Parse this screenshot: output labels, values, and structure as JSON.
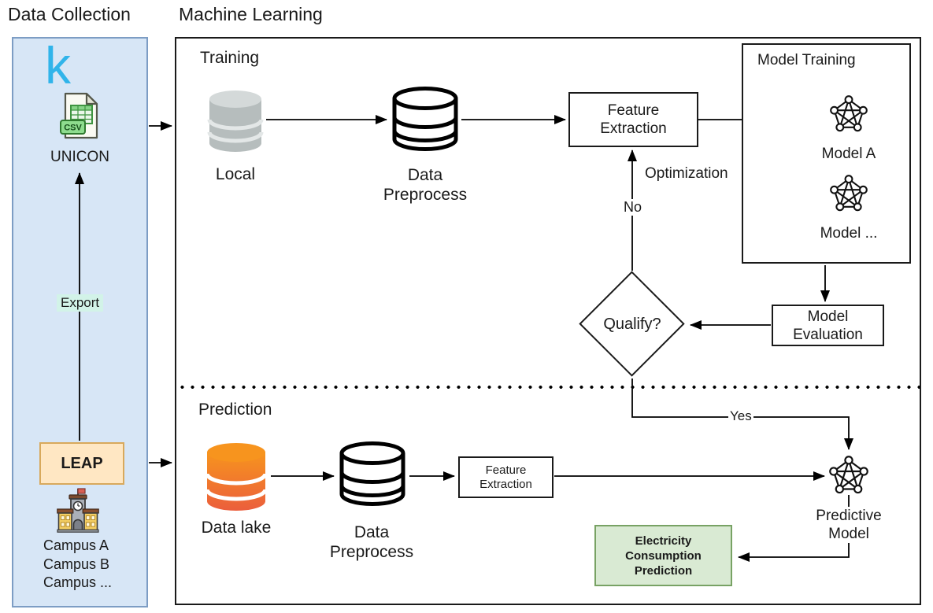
{
  "headers": {
    "data_collection": "Data Collection",
    "machine_learning": "Machine Learning"
  },
  "collection": {
    "logo_letter": "k",
    "csv_badge": "CSV",
    "unicon_label": "UNICON",
    "export_label": "Export",
    "leap_label": "LEAP",
    "campuses": [
      "Campus A",
      "Campus B",
      "Campus ..."
    ]
  },
  "training": {
    "section_label": "Training",
    "local_label": "Local",
    "preprocess_label": [
      "Data",
      "Preprocess"
    ],
    "feature_extraction_label": [
      "Feature",
      "Extraction"
    ],
    "optimization_label": "Optimization",
    "no_label": "No",
    "model_training_label": "Model Training",
    "model_a_label": "Model A",
    "model_more_label": "Model ...",
    "model_evaluation_label": [
      "Model",
      "Evaluation"
    ],
    "qualify_label": "Qualify?"
  },
  "prediction": {
    "section_label": "Prediction",
    "data_lake_label": "Data lake",
    "preprocess_label": [
      "Data",
      "Preprocess"
    ],
    "feature_extraction_label": [
      "Feature",
      "Extraction"
    ],
    "yes_label": "Yes",
    "predictive_model_label": [
      "Predictive",
      "Model"
    ],
    "output_label": [
      "Electricity",
      "Consumption",
      "Prediction"
    ]
  },
  "colors": {
    "kibana_blue": "#30b4ea",
    "panel_fill": "#d7e6f6",
    "panel_border": "#7d9dc4",
    "leap_fill": "#ffe7c3",
    "leap_border": "#d8a95c",
    "output_fill": "#d9ead3",
    "output_border": "#78a264",
    "data_lake_orange": "#f7941e",
    "database_gray": "#b6bdbd",
    "export_highlight": "#d2f3e8"
  }
}
